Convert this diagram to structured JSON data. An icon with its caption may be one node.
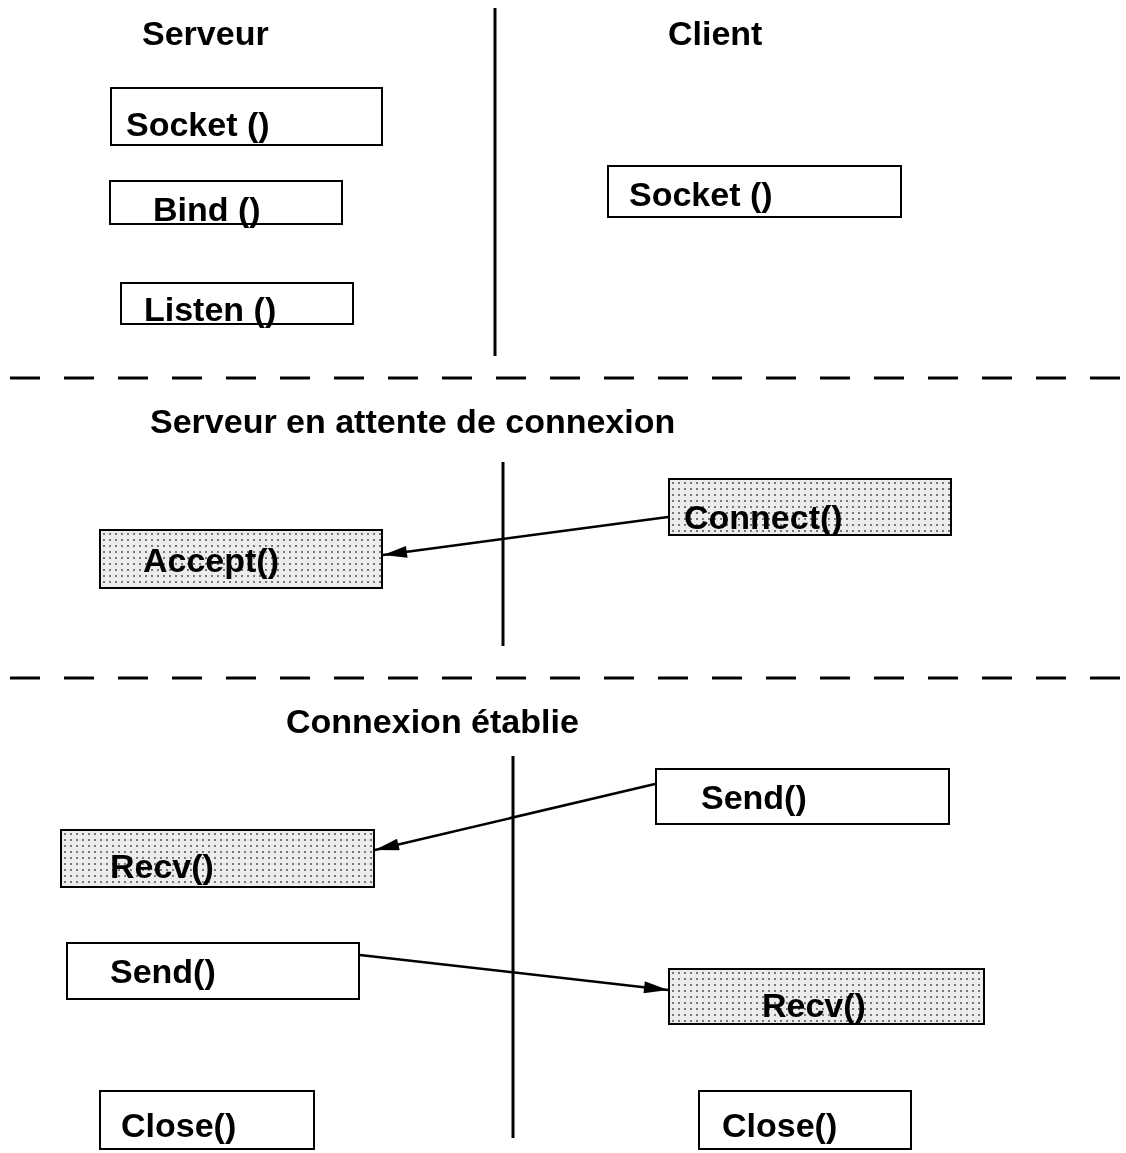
{
  "diagram": {
    "nodes": [
      {
        "text": [
          "Socket ()"
        ]
      },
      {
        "text": [
          "Bind ()"
        ]
      },
      {
        "text": [
          "Listen ()"
        ]
      },
      {
        "text": [
          "Socket ()"
        ]
      },
      {
        "text": [
          "Accept()"
        ]
      },
      {
        "text": [
          "Connect()"
        ]
      },
      {
        "text": [
          "Send()"
        ]
      },
      {
        "text": [
          "Recv()"
        ]
      },
      {
        "text": [
          "Send()"
        ]
      },
      {
        "text": [
          "Recv()"
        ]
      },
      {
        "text": [
          "Close()"
        ]
      },
      {
        "text": [
          "Close()"
        ]
      }
    ],
    "edges": [
      {
        "from": 5,
        "to": 4,
        "arrow": "to"
      },
      {
        "from": 6,
        "to": 7,
        "arrow": "to"
      },
      {
        "from": 8,
        "to": 9,
        "arrow": "to"
      }
    ],
    "labels": [
      "Serveur",
      "Client",
      "Serveur en attente de connexion",
      "Connexion établie"
    ]
  }
}
